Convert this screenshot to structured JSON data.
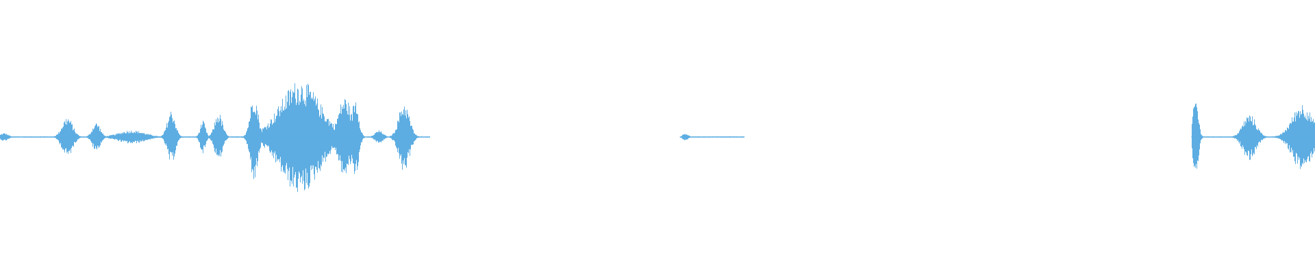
{
  "waveform": {
    "color": "#5dade2",
    "background": "#ffffff",
    "duration_fraction_segments": [
      {
        "name": "segment-1",
        "start": 0.0,
        "end": 0.327,
        "peak": 0.42
      },
      {
        "name": "segment-2",
        "start": 0.517,
        "end": 0.566,
        "peak": 0.04
      },
      {
        "name": "segment-3",
        "start": 0.906,
        "end": 1.0,
        "peak": 0.28
      }
    ],
    "bursts": [
      {
        "center": 0.003,
        "width": 0.006,
        "amp": 0.03
      },
      {
        "center": 0.051,
        "width": 0.008,
        "amp": 0.15
      },
      {
        "center": 0.073,
        "width": 0.006,
        "amp": 0.11
      },
      {
        "center": 0.1,
        "width": 0.02,
        "amp": 0.05
      },
      {
        "center": 0.13,
        "width": 0.006,
        "amp": 0.2
      },
      {
        "center": 0.154,
        "width": 0.004,
        "amp": 0.12
      },
      {
        "center": 0.166,
        "width": 0.006,
        "amp": 0.18
      },
      {
        "center": 0.193,
        "width": 0.006,
        "amp": 0.32
      },
      {
        "center": 0.228,
        "width": 0.03,
        "amp": 0.42
      },
      {
        "center": 0.262,
        "width": 0.01,
        "amp": 0.3
      },
      {
        "center": 0.27,
        "width": 0.005,
        "amp": 0.3
      },
      {
        "center": 0.288,
        "width": 0.006,
        "amp": 0.05
      },
      {
        "center": 0.307,
        "width": 0.008,
        "amp": 0.26
      },
      {
        "center": 0.521,
        "width": 0.004,
        "amp": 0.03
      },
      {
        "center": 0.909,
        "width": 0.004,
        "amp": 0.3
      },
      {
        "center": 0.95,
        "width": 0.01,
        "amp": 0.17
      },
      {
        "center": 0.99,
        "width": 0.015,
        "amp": 0.25
      }
    ]
  }
}
